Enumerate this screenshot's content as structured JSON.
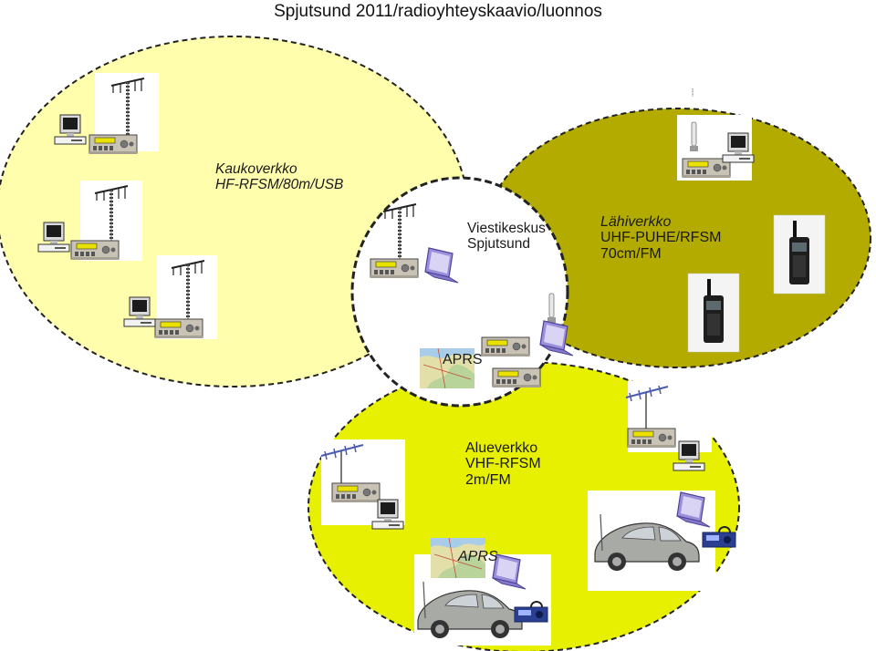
{
  "title": "Spjutsund 2011/radioyhteyskaavio/luonnos",
  "networks": {
    "hf": {
      "name": "Kaukoverkko",
      "spec": "HF-RFSM/80m/USB",
      "fill": "#fefead"
    },
    "uhf": {
      "name": "Lähiverkko",
      "spec": "UHF-PUHE/RFSM",
      "band": "70cm/FM",
      "fill": "#b3ab00"
    },
    "vhf": {
      "name": "Alueverkko",
      "spec": "VHF-RFSM",
      "band": "2m/FM",
      "fill": "#e6f000"
    },
    "center": {
      "name": "Viestikeskus",
      "place": "Spjutsund",
      "fill": "#ffffff"
    }
  },
  "aprs_labels": [
    "APRS",
    "APRS"
  ],
  "colors": {
    "outline": "#222222",
    "radio": "#c9c3b6",
    "laptop": "#8a7ccf",
    "car": "#a8aaa6",
    "monitor": "#1c1c1c"
  }
}
